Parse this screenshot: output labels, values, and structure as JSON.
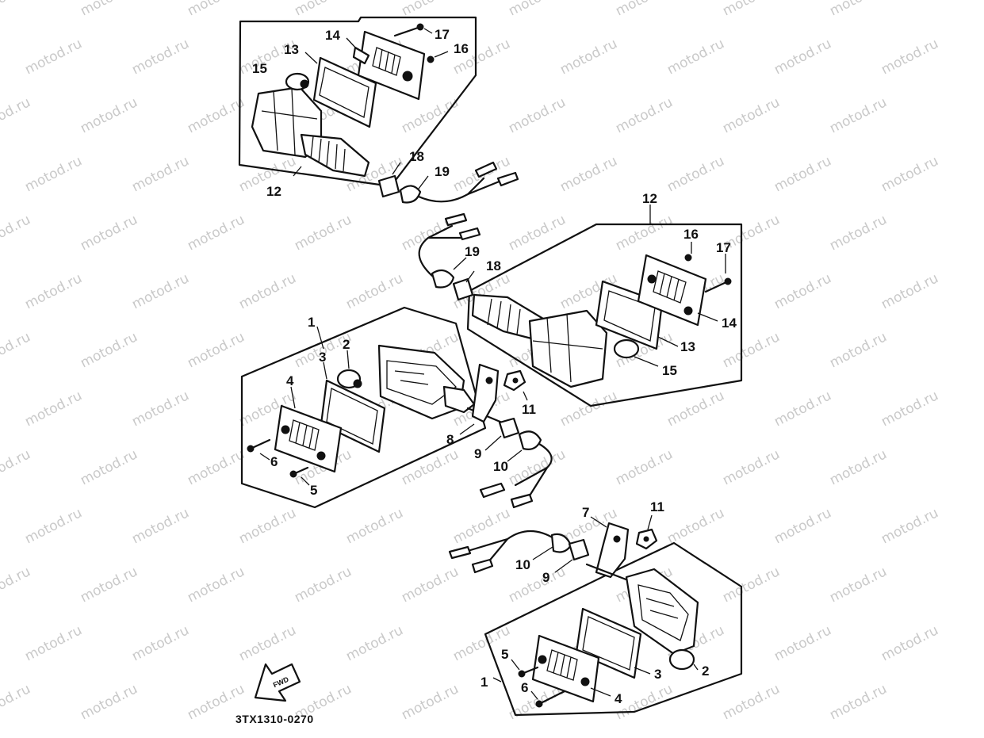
{
  "watermark": "motod.ru",
  "diagram_code": "3TX1310-0270",
  "arrow_label": "FWD",
  "callouts": {
    "c1": "1",
    "c2": "2",
    "c3": "3",
    "c4": "4",
    "c5": "5",
    "c6": "6",
    "c7": "7",
    "c8": "8",
    "c9": "9",
    "c10": "10",
    "c11": "11",
    "c12": "12",
    "c13": "13",
    "c14": "14",
    "c15": "15",
    "c16": "16",
    "c17": "17",
    "c18": "18",
    "c19": "19"
  }
}
